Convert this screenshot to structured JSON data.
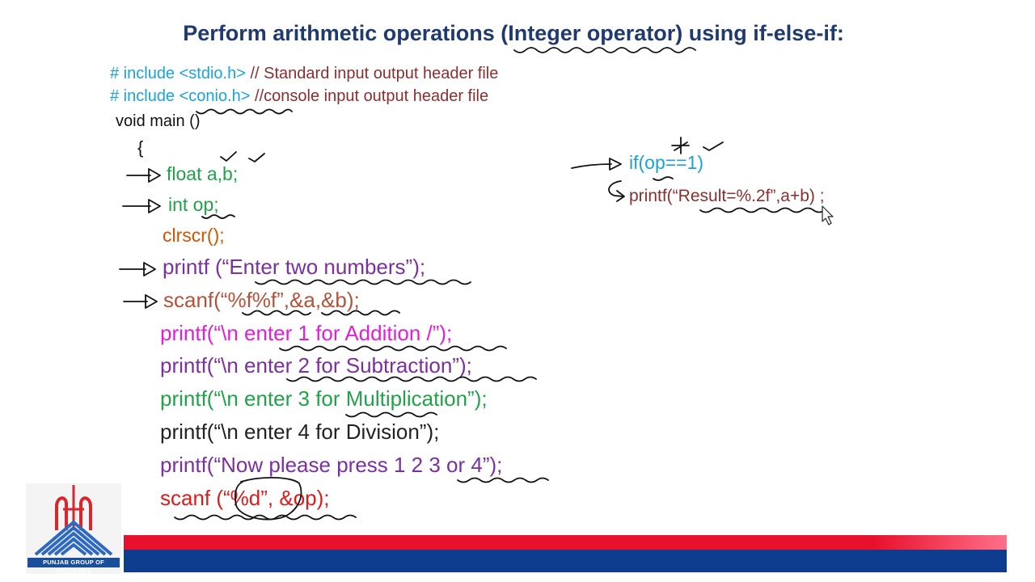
{
  "slide": {
    "title": "Perform arithmetic operations (Integer operator) using if-else-if:"
  },
  "code": {
    "include1_directive": "# include <stdio.h>",
    "include1_comment": "// Standard input output header file",
    "include2_directive": "# include <conio.h>",
    "include2_comment": "//console input output header file",
    "main_decl": "void main ()",
    "open_brace": "{",
    "float_decl": "float a,b;",
    "int_decl": "int op;",
    "clrscr": "clrscr();",
    "printf_enter": "printf (“Enter two numbers”);",
    "scanf_ab": "scanf(“%f%f”,&a,&b);",
    "printf_opt1": "printf(“\\n enter 1 for Addition /”);",
    "printf_opt2": "printf(“\\n enter 2 for Subtraction”);",
    "printf_opt3": "printf(“\\n enter 3 for Multiplication”);",
    "printf_opt4": "printf(“\\n enter 4 for Division”);",
    "printf_press": "printf(“Now please press 1 2 3 or 4”);",
    "scanf_op": "scanf (“%d”, &op);",
    "if_cond": "if(op==1)",
    "printf_result": "printf(“Result=%.2f”,a+b) ;"
  },
  "logo": {
    "text": "PUNJAB GROUP OF COLLEGES"
  },
  "colors": {
    "title": "#1f3a6e",
    "cyan": "#1aa3d9",
    "comment": "#8b2e2e",
    "green": "#21a24a",
    "orange": "#d35400",
    "purple": "#7b2fa0",
    "magenta": "#e21fd8",
    "red": "#e01919",
    "footer_red": "#e8112d",
    "footer_blue": "#0e3d8f"
  }
}
